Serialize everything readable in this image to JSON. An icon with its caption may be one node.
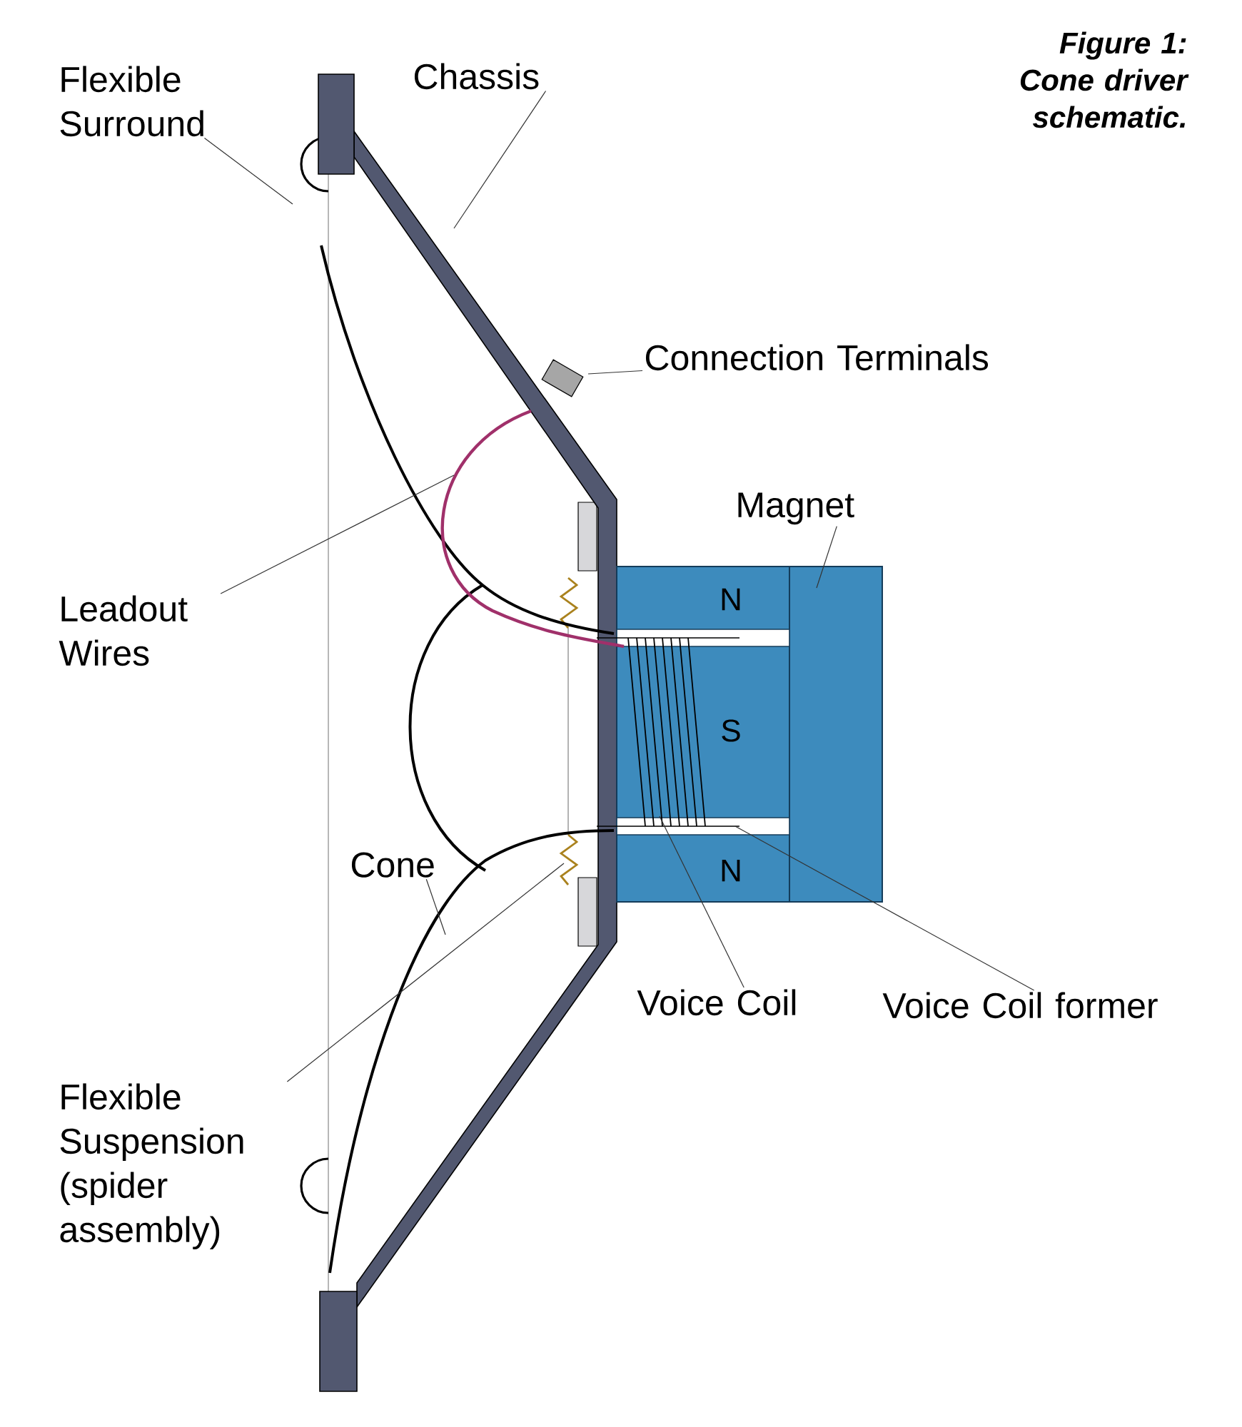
{
  "diagram": {
    "title": "Figure 1: Cone driver schematic.",
    "nodes": [
      {
        "text": [
          "Flexible Surround"
        ]
      },
      {
        "text": [
          "Chassis"
        ]
      },
      {
        "text": [
          "Connection Terminals"
        ]
      },
      {
        "text": [
          "Magnet"
        ]
      },
      {
        "text": [
          "Leadout Wires"
        ]
      },
      {
        "text": [
          "Cone"
        ]
      },
      {
        "text": [
          "Voice Coil"
        ]
      },
      {
        "text": [
          "Voice Coil former"
        ]
      },
      {
        "text": [
          "Flexible Suspension (spider assembly)"
        ]
      }
    ],
    "edges": [
      {
        "from": 0,
        "to": null,
        "arrow": "none"
      },
      {
        "from": 1,
        "to": null,
        "arrow": "none"
      },
      {
        "from": 2,
        "to": null,
        "arrow": "none"
      },
      {
        "from": 3,
        "to": null,
        "arrow": "none"
      },
      {
        "from": 4,
        "to": null,
        "arrow": "none"
      },
      {
        "from": 5,
        "to": null,
        "arrow": "none"
      },
      {
        "from": 6,
        "to": null,
        "arrow": "none"
      },
      {
        "from": 7,
        "to": null,
        "arrow": "none"
      },
      {
        "from": 8,
        "to": null,
        "arrow": "none"
      }
    ],
    "labels": [
      "N",
      "S",
      "N"
    ]
  }
}
